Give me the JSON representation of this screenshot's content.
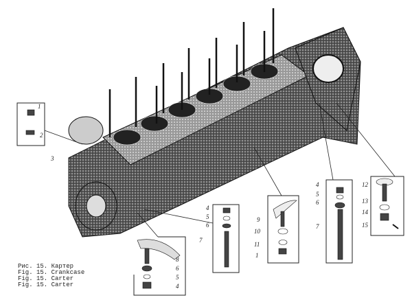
{
  "caption": [
    "Рис. 15. Картер",
    "Fig. 15. Crankcase",
    "Fig. 15. Carter",
    "Fig. 15. Carter"
  ],
  "callouts": {
    "top_left": [
      "1",
      "2"
    ],
    "block_label": "3",
    "bottom_left": [
      "8",
      "6",
      "5",
      "4"
    ],
    "box_a": [
      "4",
      "5",
      "6",
      "7"
    ],
    "box_b": [
      "9",
      "10",
      "11",
      "1"
    ],
    "box_c": [
      "4",
      "5",
      "6",
      "7"
    ],
    "box_d": [
      "12",
      "13",
      "14",
      "15"
    ]
  },
  "colors": {
    "ink": "#1a1a1a",
    "paper": "#ffffff"
  }
}
